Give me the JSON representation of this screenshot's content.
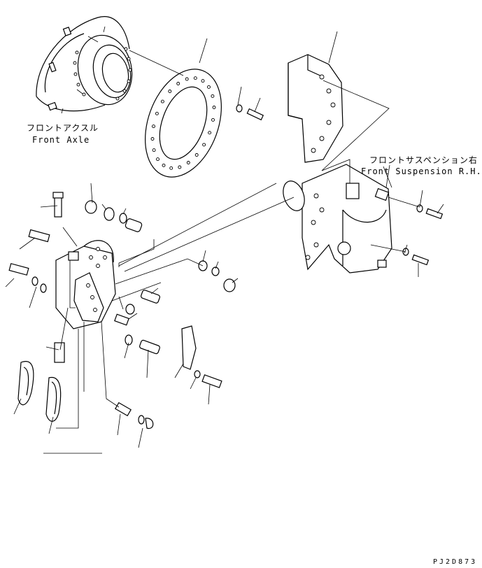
{
  "labels": {
    "front_axle_jp": "フロントアクスル",
    "front_axle_en": "Front Axle",
    "front_suspension_jp": "フロントサスペンション右",
    "front_suspension_en": "Front Suspension R.H."
  },
  "drawing_code": "PJ2D873",
  "colors": {
    "ink": "#000000",
    "paper": "#ffffff"
  }
}
